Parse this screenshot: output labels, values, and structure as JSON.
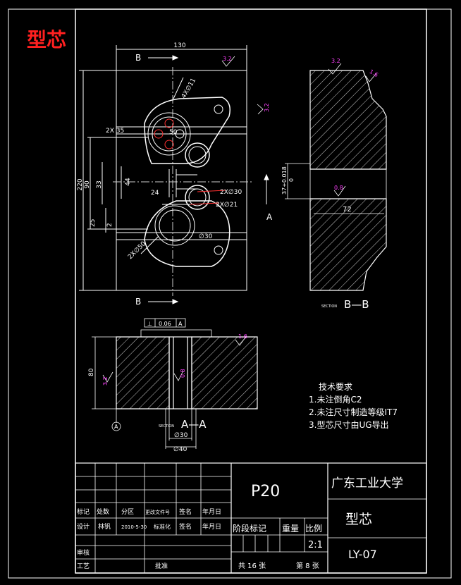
{
  "header": {
    "title": "型芯"
  },
  "main_view": {
    "section_label_top": "B",
    "section_label_bottom": "B",
    "side_label": "A",
    "dims": {
      "width": "130",
      "height_outer": "220",
      "height_inner": "90",
      "dim_33": "33",
      "dim_44": "44",
      "dim_2x35": "2X 35",
      "dim_50": "50",
      "dim_4xphi11": "4X∅11",
      "dim_24": "24",
      "dim_2xphi30": "2X∅30",
      "dim_2xphi21": "2X∅21",
      "dim_2xphi50": "2X∅50",
      "dim_phi30": "∅30",
      "dim_25": "25",
      "dim_2": "2"
    },
    "roughness_top": "3.2",
    "roughness_right": "3.2"
  },
  "section_bb": {
    "label": "SECTION B-B",
    "label_main": "B—B",
    "label_prefix": "SECTION",
    "dim_tol": "37+0.018",
    "dim_tol_zero": "0",
    "dim_72": "72",
    "roughness_a": "3.2",
    "roughness_b": "1.6",
    "roughness_c": "0.8"
  },
  "section_aa": {
    "label_prefix": "SECTION",
    "label_main": "A—A",
    "tolerance_frame": [
      "⊥",
      "0.06",
      "A"
    ],
    "dim_80": "80",
    "dim_phi30": "∅30",
    "dim_phi40": "∅40",
    "roughness_left": "3.2",
    "roughness_mid": "0.8",
    "roughness_top": "1.6",
    "datum": "A"
  },
  "notes": {
    "heading": "技术要求",
    "items": [
      "1.未注倒角C2",
      "2.未注尺寸制造等级IT7",
      "3.型芯尺寸由UG导出"
    ]
  },
  "title_block": {
    "drawing_no": "P20",
    "university": "广东工业大学",
    "part_name": "型芯",
    "scale": "2:1",
    "code": "LY-07",
    "stage_mark": "阶段标记",
    "weight": "重量",
    "scale_label": "比例",
    "total_sheets": "共 16 张",
    "sheet_no": "第 8 张",
    "row_marks": [
      "标记",
      "处数",
      "分区",
      "更改文件号",
      "签名",
      "年月日"
    ],
    "design": "设计",
    "designer": "林钒",
    "date": "2010-5-30",
    "standardization": "标准化",
    "sign": "签名",
    "ymd": "年月日",
    "review": "审核",
    "process": "工艺",
    "approve": "批准"
  }
}
